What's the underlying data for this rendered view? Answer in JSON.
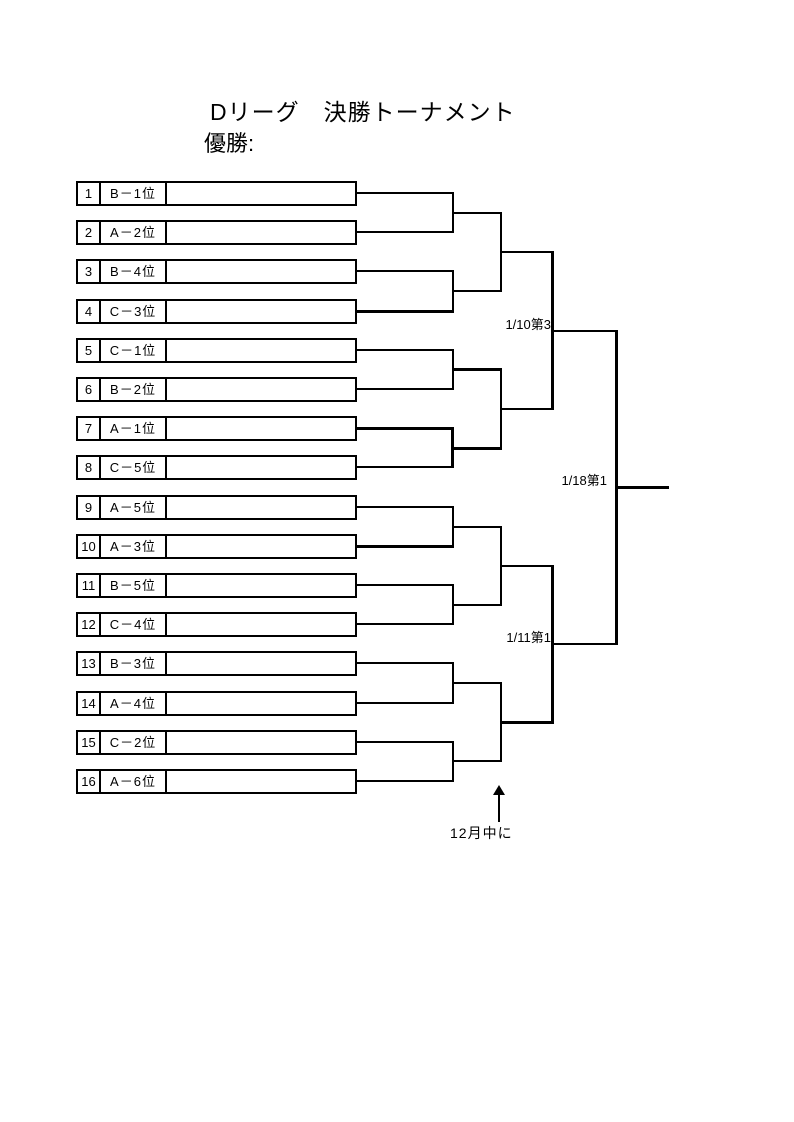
{
  "title": "Dリーグ　決勝トーナメント",
  "champion": {
    "label": "優勝:",
    "value": ""
  },
  "seeds": [
    {
      "num": "1",
      "seed": "B－1位",
      "name": ""
    },
    {
      "num": "2",
      "seed": "A－2位",
      "name": ""
    },
    {
      "num": "3",
      "seed": "B－4位",
      "name": ""
    },
    {
      "num": "4",
      "seed": "C－3位",
      "name": ""
    },
    {
      "num": "5",
      "seed": "C－1位",
      "name": ""
    },
    {
      "num": "6",
      "seed": "B－2位",
      "name": ""
    },
    {
      "num": "7",
      "seed": "A－1位",
      "name": ""
    },
    {
      "num": "8",
      "seed": "C－5位",
      "name": ""
    },
    {
      "num": "9",
      "seed": "A－5位",
      "name": ""
    },
    {
      "num": "10",
      "seed": "A－3位",
      "name": ""
    },
    {
      "num": "11",
      "seed": "B－5位",
      "name": ""
    },
    {
      "num": "12",
      "seed": "C－4位",
      "name": ""
    },
    {
      "num": "13",
      "seed": "B－3位",
      "name": ""
    },
    {
      "num": "14",
      "seed": "A－4位",
      "name": ""
    },
    {
      "num": "15",
      "seed": "C－2位",
      "name": ""
    },
    {
      "num": "16",
      "seed": "A－6位",
      "name": ""
    }
  ],
  "labels": {
    "semifinal_top": "1/10第3",
    "semifinal_bottom": "1/11第1",
    "final": "1/18第1",
    "deadline": "12月中に"
  },
  "colors": {
    "line": "#000000",
    "background": "#ffffff"
  }
}
